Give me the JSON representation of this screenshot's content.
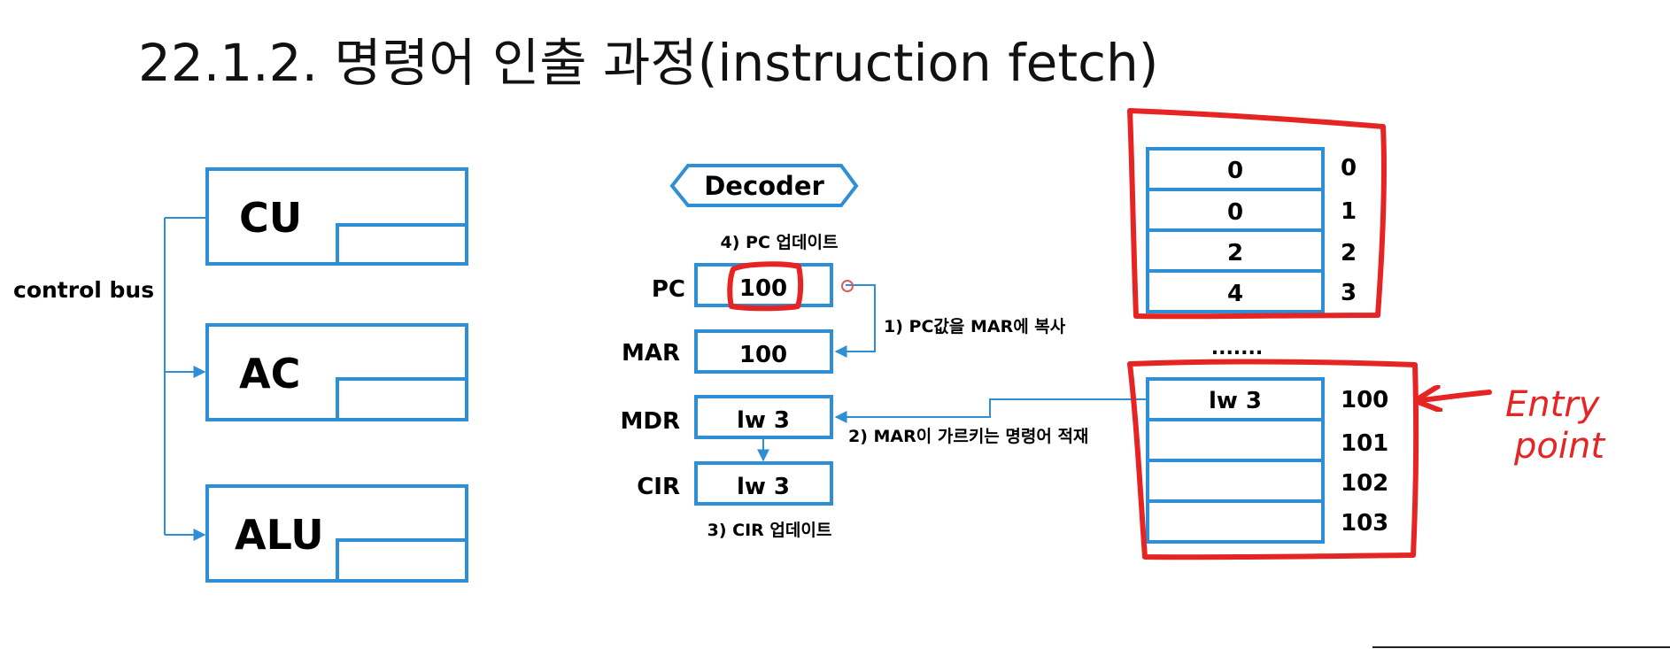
{
  "title": "22.1.2. 명령어 인출 과정(instruction fetch)",
  "control_bus_label": "control bus",
  "units": [
    "CU",
    "AC",
    "ALU"
  ],
  "decoder_label": "Decoder",
  "steps": {
    "step1": "1) PC값을 MAR에 복사",
    "step2": "2) MAR이 가르키는 명령어 적재",
    "step3": "3) CIR 업데이트",
    "step4": "4) PC 업데이트"
  },
  "registers": [
    {
      "name": "PC",
      "value": "100"
    },
    {
      "name": "MAR",
      "value": "100"
    },
    {
      "name": "MDR",
      "value": "lw 3"
    },
    {
      "name": "CIR",
      "value": "lw 3"
    }
  ],
  "memory_top": [
    {
      "value": "0",
      "address": "0"
    },
    {
      "value": "0",
      "address": "1"
    },
    {
      "value": "2",
      "address": "2"
    },
    {
      "value": "4",
      "address": "3"
    }
  ],
  "ellipsis": ".......",
  "memory_bottom": [
    {
      "value": "lw  3",
      "address": "100"
    },
    {
      "value": "",
      "address": "101"
    },
    {
      "value": "",
      "address": "102"
    },
    {
      "value": "",
      "address": "103"
    }
  ],
  "annotation": {
    "line1": "Entry",
    "line2": "point"
  },
  "colors": {
    "diagram_blue": "#2e8fd6",
    "annotation_red": "#e62424"
  }
}
